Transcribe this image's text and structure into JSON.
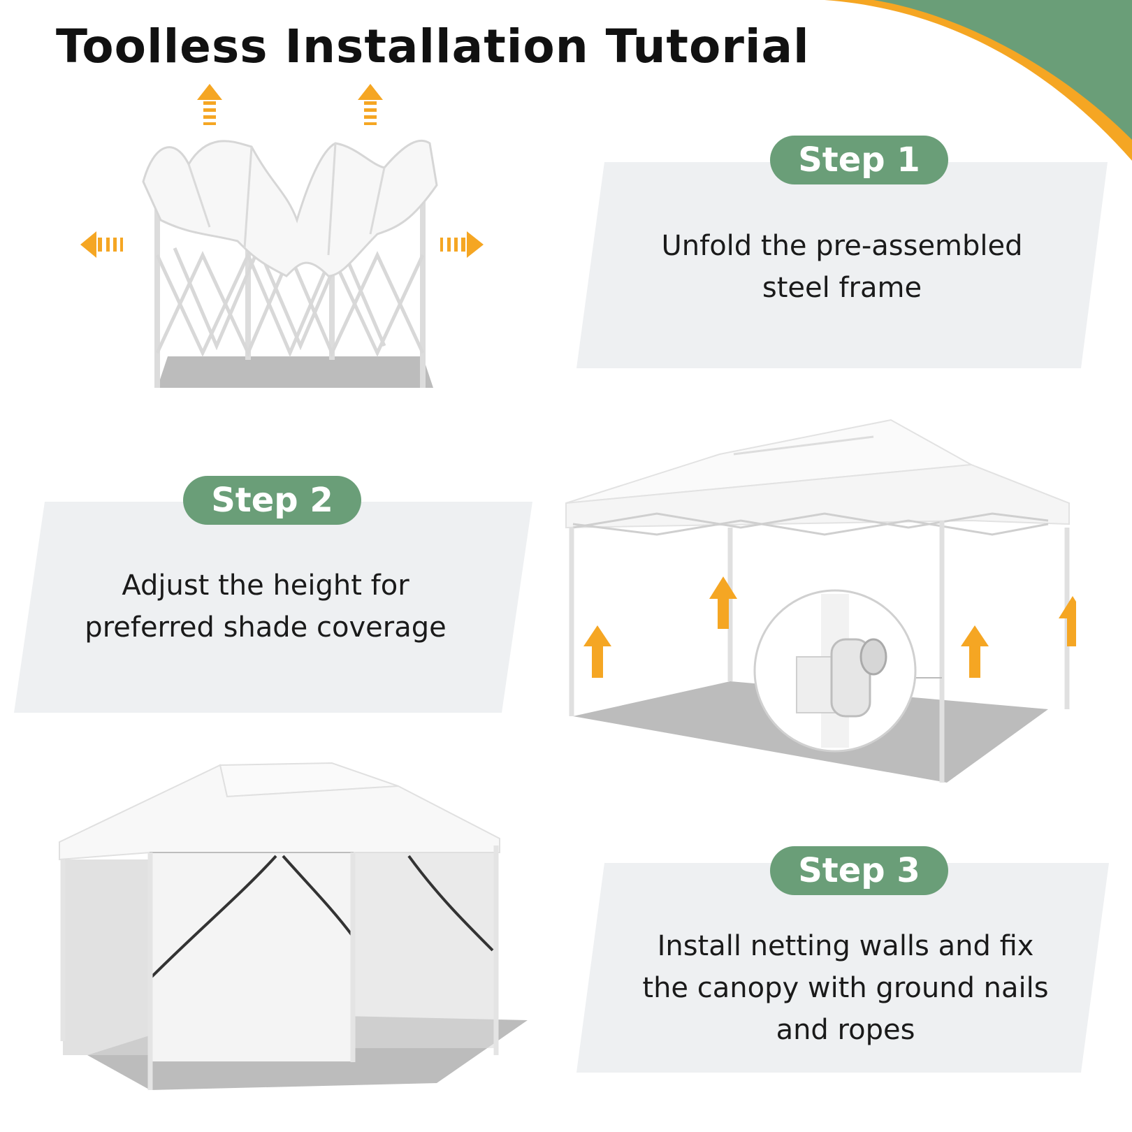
{
  "title": "Toolless Installation Tutorial",
  "colors": {
    "accent_green": "#6a9e78",
    "accent_orange": "#f5a623",
    "panel_gray": "#eef0f2",
    "shadow_gray": "#bcbcbc"
  },
  "steps": [
    {
      "badge": "Step 1",
      "lines": [
        "Unfold the pre-assembled",
        "steel frame"
      ]
    },
    {
      "badge": "Step 2",
      "lines": [
        "Adjust the height for",
        "preferred shade coverage"
      ]
    },
    {
      "badge": "Step 3",
      "lines": [
        "Install netting walls and fix",
        "the canopy with ground nails",
        "and ropes"
      ]
    }
  ],
  "icons": [
    "arrow-up-icon",
    "arrow-left-icon",
    "arrow-right-icon",
    "leg-lock-clip-icon"
  ]
}
